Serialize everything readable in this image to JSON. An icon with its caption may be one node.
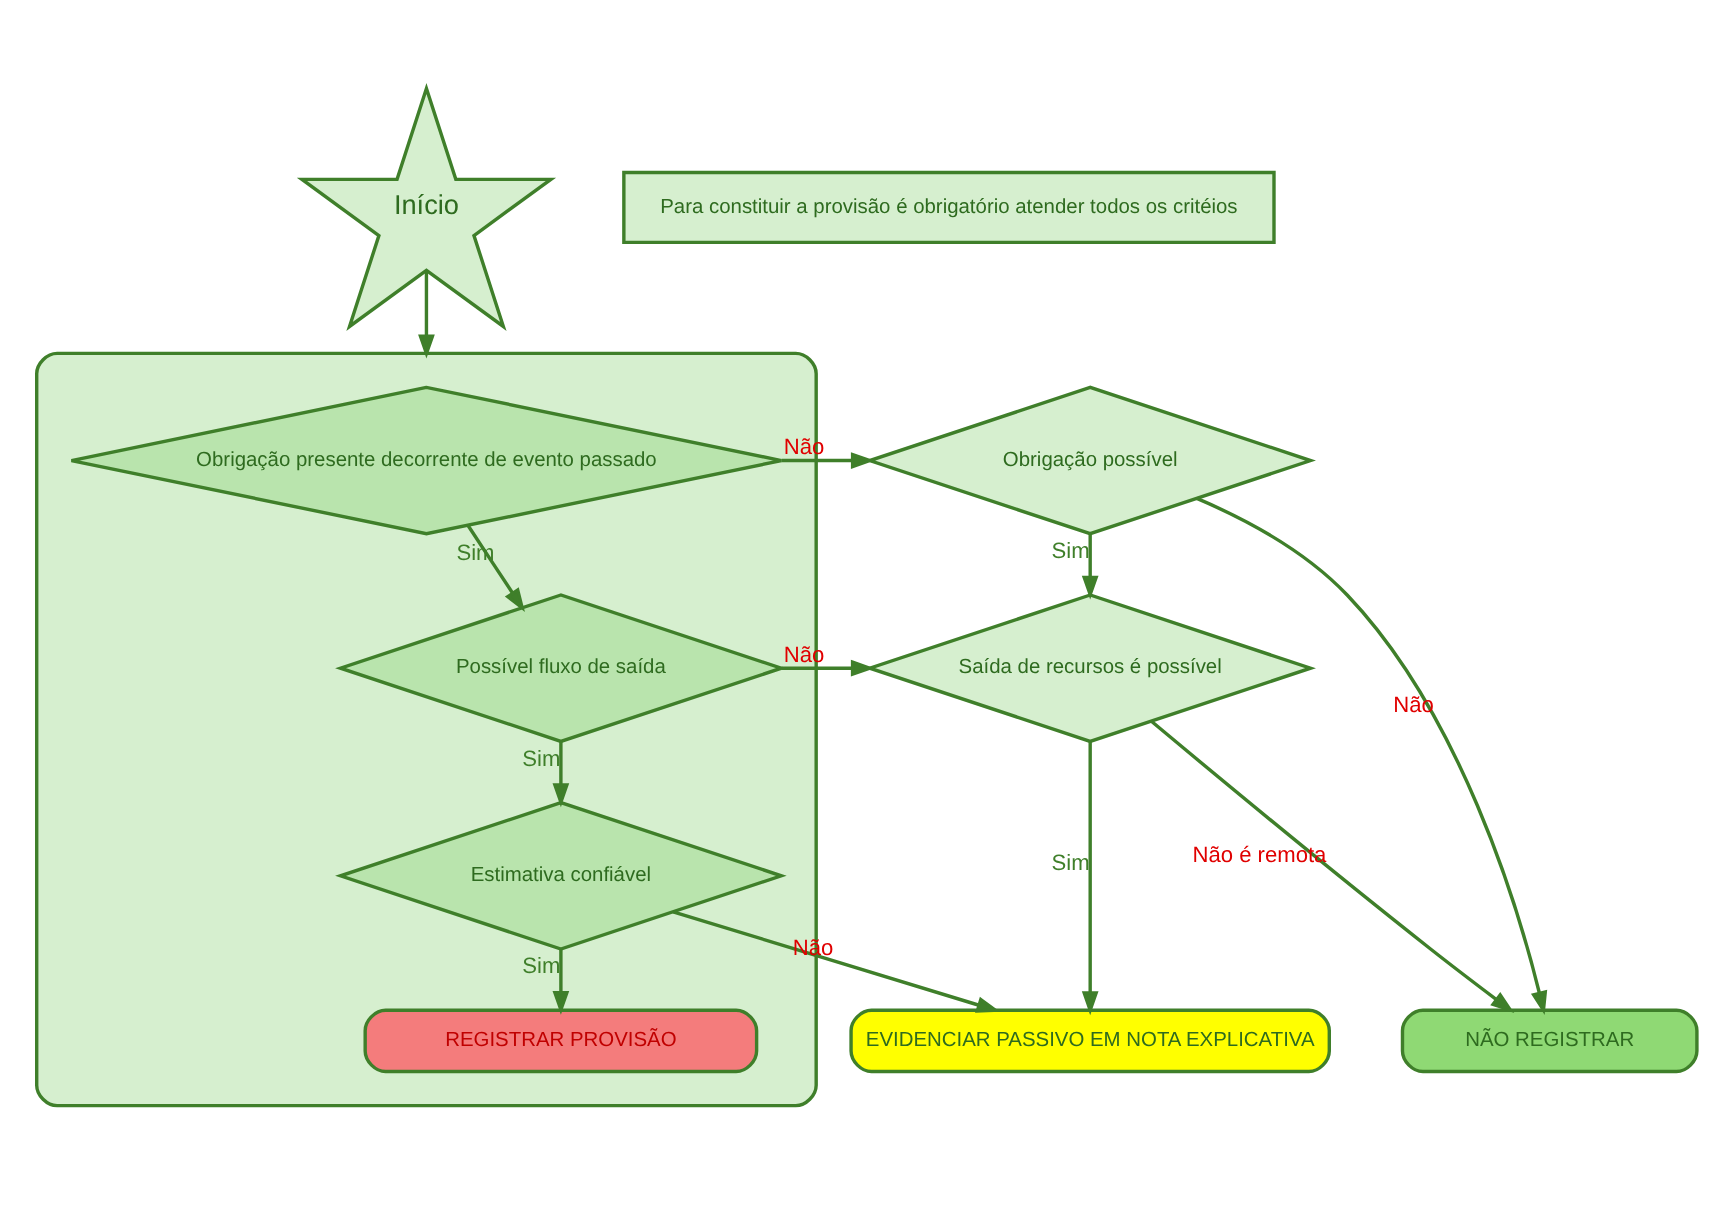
{
  "diagram": {
    "nodes": [
      {
        "text": [
          "Início"
        ]
      },
      {
        "text": [
          "Para constituir a provisão é obrigatório atender todos os critéios"
        ]
      },
      {
        "text": [],
        "shape": "box"
      },
      {
        "text": [
          "Obrigação presente decorrente de evento passado"
        ],
        "in": 2
      },
      {
        "text": [
          "Possível fluxo de saída"
        ],
        "in": 2
      },
      {
        "text": [
          "Estimativa confiável"
        ],
        "in": 2
      },
      {
        "text": [
          "REGISTRAR PROVISÃO"
        ],
        "in": 2
      },
      {
        "text": [
          "Obrigação possível"
        ]
      },
      {
        "text": [
          "Saída de recursos é possível"
        ]
      },
      {
        "text": [
          "EVIDENCIAR PASSIVO EM NOTA EXPLICATIVA"
        ]
      },
      {
        "text": [
          "NÃO REGISTRAR"
        ]
      }
    ],
    "edges": [
      {
        "from": 0,
        "to": 2,
        "arrow": "to"
      },
      {
        "from": 3,
        "to": 4,
        "arrow": "to",
        "label": "Sim"
      },
      {
        "from": 4,
        "to": 5,
        "arrow": "to",
        "label": "Sim"
      },
      {
        "from": 5,
        "to": 6,
        "arrow": "to",
        "label": "Sim"
      },
      {
        "from": 3,
        "to": 7,
        "arrow": "to",
        "label": "Não"
      },
      {
        "from": 4,
        "to": 8,
        "arrow": "to",
        "label": "Não"
      },
      {
        "from": 5,
        "to": 9,
        "arrow": "to",
        "label": "Não"
      },
      {
        "from": 7,
        "to": 8,
        "arrow": "to",
        "label": "Sim"
      },
      {
        "from": 8,
        "to": 9,
        "arrow": "to",
        "label": "Sim"
      },
      {
        "from": 7,
        "to": 10,
        "arrow": "to",
        "label": "Não"
      },
      {
        "from": 8,
        "to": 10,
        "arrow": "to",
        "label": "Não é remota"
      }
    ]
  }
}
